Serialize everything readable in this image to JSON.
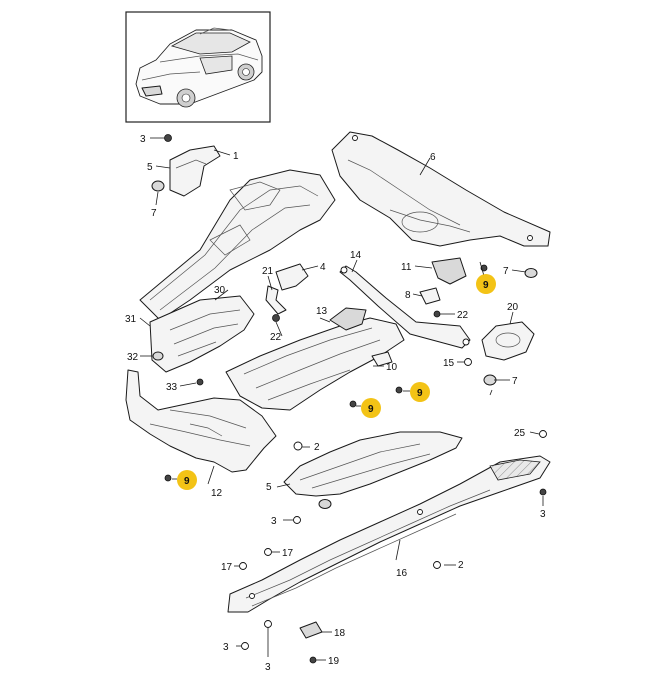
{
  "diagram": {
    "callouts": {
      "c1": "1",
      "c2": "2",
      "c3": "3",
      "c4": "4",
      "c5": "5",
      "c6": "6",
      "c7": "7",
      "c8": "8",
      "c9": "9",
      "c10": "10",
      "c11": "11",
      "c12": "12",
      "c13": "13",
      "c14": "14",
      "c15": "15",
      "c16": "16",
      "c17": "17",
      "c18": "18",
      "c19": "19",
      "c20": "20",
      "c21": "21",
      "c22": "22",
      "c25": "25",
      "c30": "30",
      "c31": "31",
      "c32": "32",
      "c33": "33"
    },
    "highlight_color": "#f3c316",
    "icons": [
      "vehicle-thumbnail",
      "bolt",
      "nut",
      "clip",
      "grommet"
    ]
  }
}
